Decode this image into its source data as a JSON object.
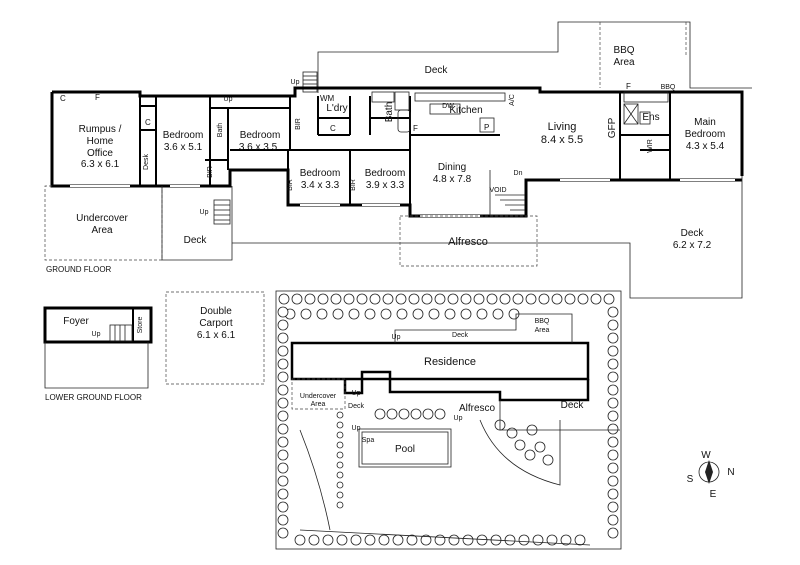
{
  "floors": {
    "ground": "GROUND FLOOR",
    "lower": "LOWER GROUND FLOOR"
  },
  "rooms": {
    "rumpus": {
      "name1": "Rumpus /",
      "name2": "Home",
      "name3": "Office",
      "dim": "6.3 x 6.1"
    },
    "bedroom1": {
      "name": "Bedroom",
      "dim": "3.6 x 5.1"
    },
    "bedroom2": {
      "name": "Bedroom",
      "dim": "3.6 x 3.5"
    },
    "bedroom3": {
      "name": "Bedroom",
      "dim": "3.4 x 3.3"
    },
    "bedroom4": {
      "name": "Bedroom",
      "dim": "3.9 x 3.3"
    },
    "dining": {
      "name": "Dining",
      "dim": "4.8 x 7.8"
    },
    "living": {
      "name": "Living",
      "dim": "8.4 x 5.5"
    },
    "main_bedroom": {
      "name1": "Main",
      "name2": "Bedroom",
      "dim": "4.3 x 5.4"
    },
    "deck_big": {
      "name": "Deck",
      "dim": "6.2 x 7.2"
    },
    "double_carport": {
      "name1": "Double",
      "name2": "Carport",
      "dim": "6.1 x 6.1"
    }
  },
  "labels": {
    "deck": "Deck",
    "bbq1": "BBQ",
    "bbq2": "Area",
    "undercover1": "Undercover",
    "undercover2": "Area",
    "alfresco": "Alfresco",
    "kitchen": "Kitchen",
    "bath": "Bath",
    "ldry": "L'dry",
    "wm": "WM",
    "ens": "Ens",
    "gfp": "GFP",
    "wir": "WIR",
    "bir": "BIR",
    "desk": "Desk",
    "void": "VOID",
    "up": "Up",
    "dn": "Dn",
    "c": "C",
    "f": "F",
    "p": "P",
    "dw": "DW",
    "ac": "A/C",
    "bbq_small": "BBQ",
    "foyer": "Foyer",
    "store": "Store",
    "residence": "Residence",
    "pool": "Pool",
    "spa": "Spa"
  },
  "compass": {
    "n": "N",
    "s": "S",
    "e": "E",
    "w": "W"
  }
}
